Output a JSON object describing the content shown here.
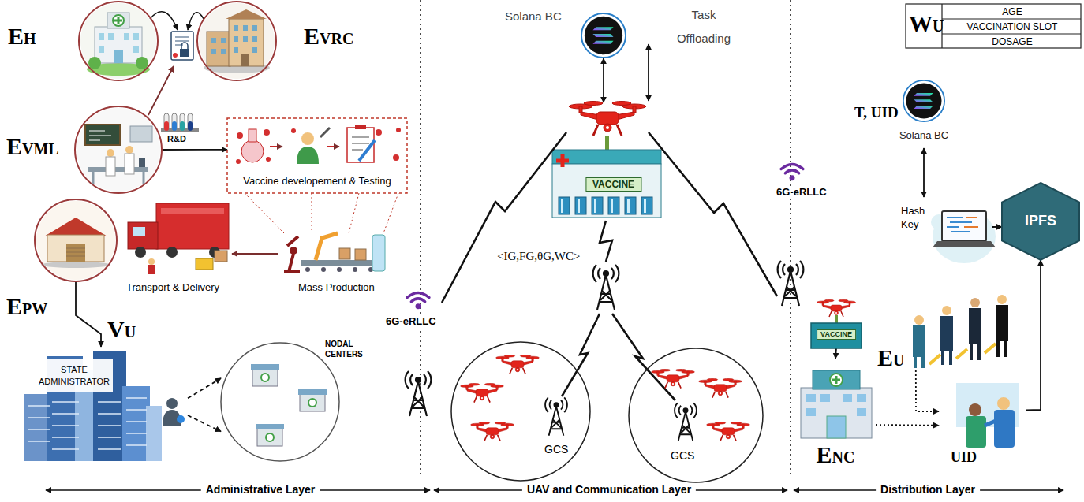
{
  "diagram": {
    "nodes": [
      {
        "text": [
          "EH"
        ]
      },
      {
        "text": [
          "EVRC"
        ]
      },
      {
        "text": [
          "EVML"
        ]
      },
      {
        "text": [
          "Vaccine developement & Testing"
        ]
      },
      {
        "text": [
          "EPW"
        ]
      },
      {
        "text": [
          "STATE ADMINISTRATOR"
        ]
      },
      {
        "text": [
          "NODAL CENTERS"
        ]
      },
      {
        "text": [
          "VACCINE"
        ]
      },
      {
        "text": [
          "GCS"
        ]
      },
      {
        "text": [
          "GCS"
        ]
      },
      {
        "text": [
          "Solana BC"
        ]
      },
      {
        "text": [
          "Solana BC"
        ]
      },
      {
        "text": [
          "IPFS"
        ]
      },
      {
        "text": [
          "ENC"
        ]
      },
      {
        "text": [
          "VACCINE"
        ]
      },
      {
        "text": [
          "Hash Key"
        ]
      },
      {
        "text": [
          "UID"
        ]
      },
      {
        "text": [
          "EU"
        ]
      }
    ],
    "edges": [
      {
        "from": 2,
        "to": 3,
        "arrow": "to",
        "label": "R&D"
      },
      {
        "from": 4,
        "to": 5,
        "arrow": "to",
        "label": "VU"
      },
      {
        "from": 5,
        "to": 6,
        "arrow": "to"
      },
      {
        "from": 5,
        "to": 6,
        "arrow": "to"
      },
      {
        "from": 10,
        "to": 7,
        "arrow": "both"
      },
      {
        "from": 11,
        "to": 15,
        "arrow": "both"
      },
      {
        "from": 15,
        "to": 12,
        "arrow": "to"
      },
      {
        "from": 16,
        "to": 12,
        "arrow": "to"
      },
      {
        "from": 13,
        "to": 16,
        "arrow": "to"
      },
      {
        "from": 17,
        "to": 16,
        "arrow": "to"
      },
      {
        "from": 14,
        "to": 13,
        "arrow": "to"
      }
    ],
    "labels": [
      "Transport & Delivery",
      "Mass Production",
      "Task Offloading",
      "<IG,FG,θG,WC>",
      "6G-eRLLC",
      "6G-eRLLC",
      "WU",
      "AGE",
      "VACCINATION SLOT",
      "DOSAGE",
      "T, UID",
      "Administrative Layer",
      "UAV and Communication Layer",
      "Distribution Layer"
    ]
  }
}
